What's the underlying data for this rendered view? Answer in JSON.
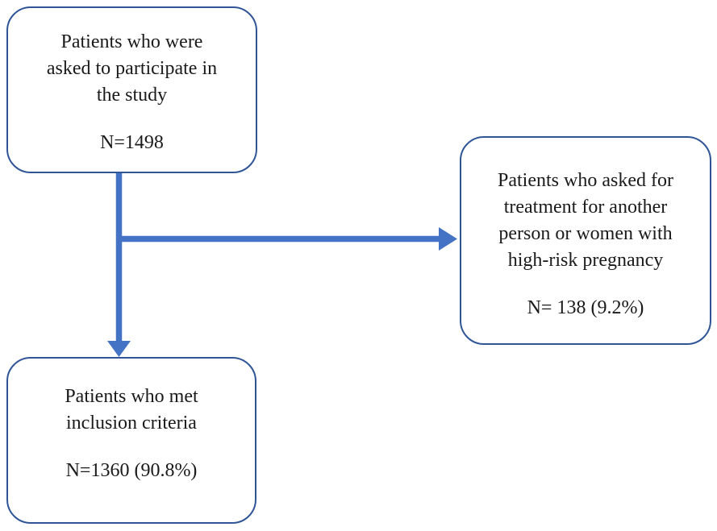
{
  "colors": {
    "arrow": "#4472c4",
    "box_border": "#2f5597",
    "text": "#1a1a1a",
    "background": "#ffffff"
  },
  "flowchart": {
    "boxes": {
      "asked": {
        "lines": [
          "Patients who were",
          "asked to participate in",
          "the study"
        ],
        "n": "N=1498"
      },
      "excluded": {
        "lines": [
          "Patients who asked for",
          "treatment for another",
          "person or women with",
          "high-risk pregnancy"
        ],
        "n": "N= 138 (9.2%)"
      },
      "included": {
        "lines": [
          "Patients who met",
          "inclusion criteria"
        ],
        "n": "N=1360 (90.8%)"
      }
    }
  }
}
